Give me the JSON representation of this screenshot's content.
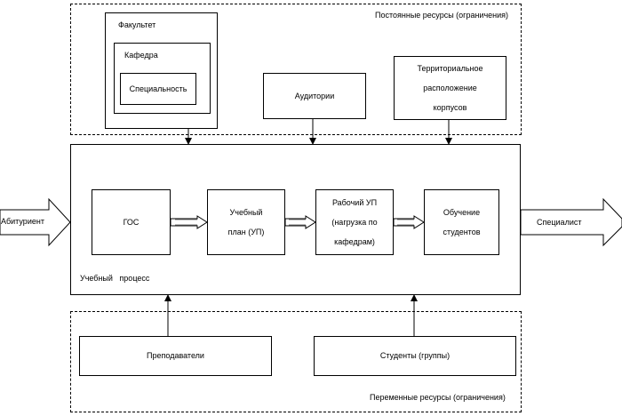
{
  "constant_resources": {
    "label": "Постоянные ресурсы (ограничения)",
    "faculty": "Факультет",
    "department": "Кафедра",
    "specialty": "Специальность",
    "classrooms": "Аудитории",
    "territorial_line1": "Территориальное",
    "territorial_line2": "расположение",
    "territorial_line3": "корпусов"
  },
  "process": {
    "label": "Учебный   процесс",
    "gos": "ГОС",
    "plan_line1": "Учебный",
    "plan_line2": "план (УП)",
    "work_plan_line1": "Рабочий УП",
    "work_plan_line2": "(нагрузка  по",
    "work_plan_line3": "кафедрам)",
    "training_line1": "Обучение",
    "training_line2": "студентов"
  },
  "io": {
    "input": "Абитуриент",
    "output": "Специалист"
  },
  "variable_resources": {
    "label": "Переменные ресурсы (ограничения)",
    "teachers": "Преподаватели",
    "students": "Студенты (группы)"
  }
}
